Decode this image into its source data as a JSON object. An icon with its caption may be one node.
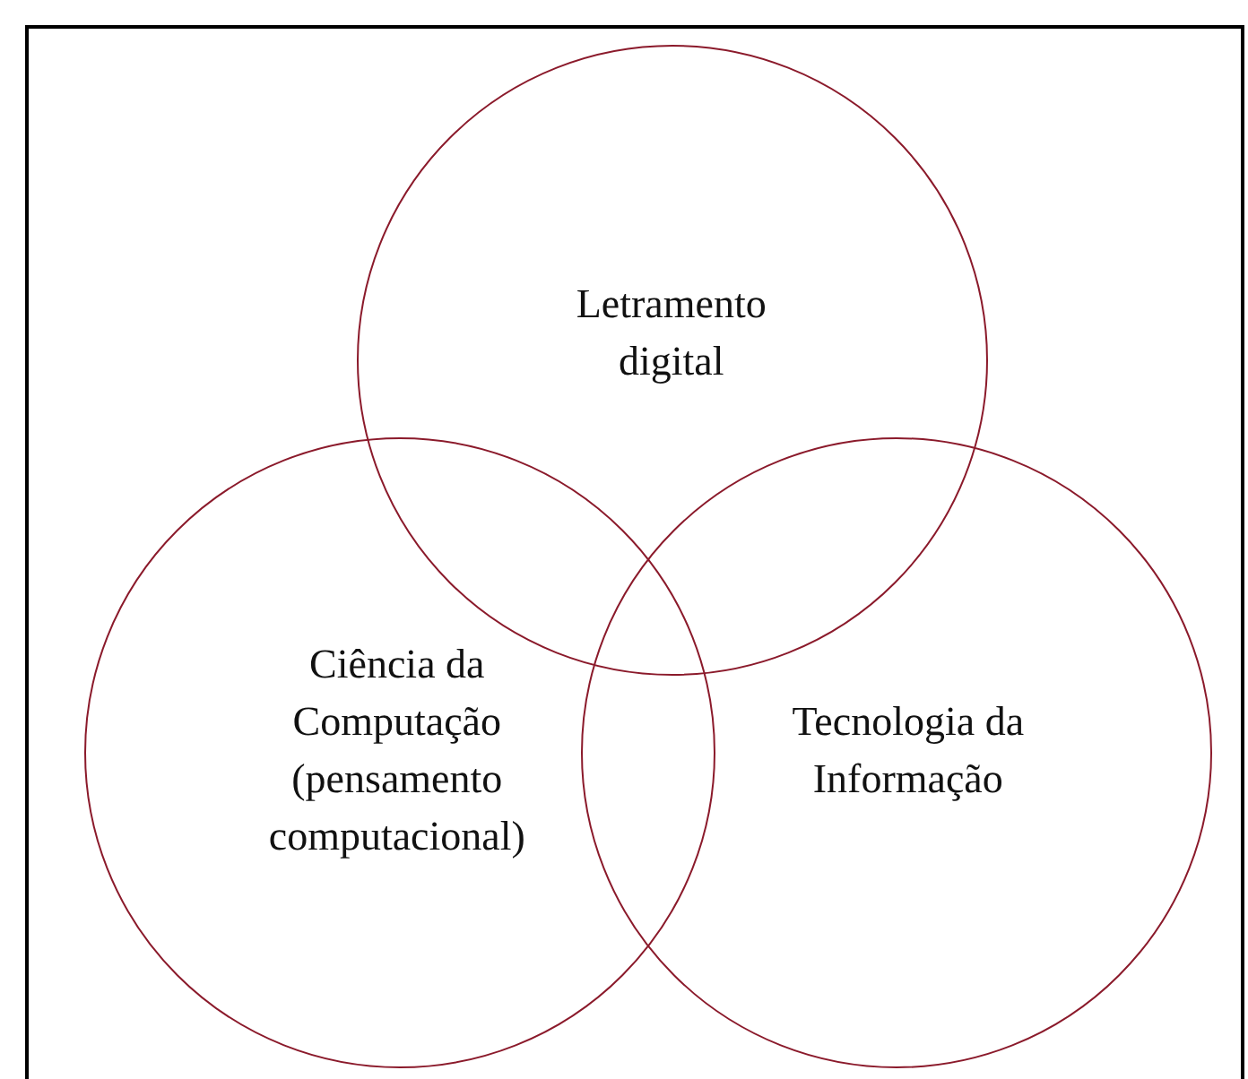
{
  "diagram": {
    "nodes": [
      {
        "text": [
          "Letramento digital"
        ]
      },
      {
        "text": [
          "Ciência da Computação (pensamento computacional)"
        ]
      },
      {
        "text": [
          "Tecnologia da Informação"
        ]
      }
    ]
  }
}
